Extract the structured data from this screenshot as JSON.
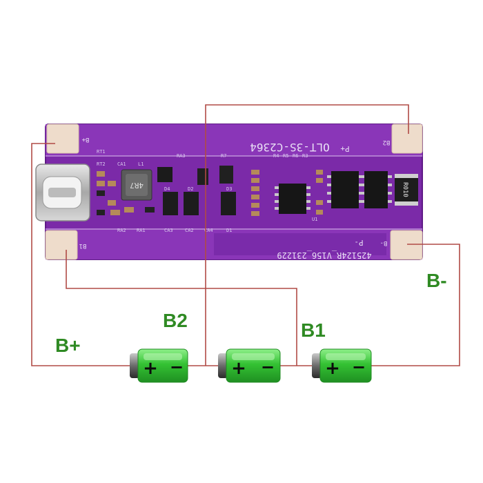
{
  "colors": {
    "pcb": "#7b2aa8",
    "pcb_dark": "#5f1a86",
    "pad": "#eedccb",
    "wire": "#b04a45",
    "label": "#2f8a23",
    "battery_body": "#3cc83a",
    "battery_cap": "#3a3a3a"
  },
  "board": {
    "model": "OLT-3S-C2364",
    "version_code": "425124R_V156_231229",
    "pad_labels": {
      "b_plus": "B+",
      "b2": "B2",
      "b1": "B1",
      "b_minus": "B-"
    },
    "port_labels": {
      "p_plus": "P+",
      "p_minus": "P-"
    },
    "inductor_code": "4R7",
    "resistor_code": "R010",
    "component_labels": [
      "RT1",
      "RT2",
      "CA1",
      "RA3",
      "L1",
      "RA1",
      "RA2",
      "CA3",
      "CA4",
      "CA2",
      "D4",
      "D2",
      "D3",
      "D1",
      "R5",
      "R6",
      "R7",
      "R3",
      "R4",
      "U1"
    ]
  },
  "connections": {
    "b_plus": "B+",
    "b2": "B2",
    "b1": "B1",
    "b_minus": "B-"
  },
  "batteries": [
    {
      "id": "cell-1",
      "plus": "+",
      "minus": "−"
    },
    {
      "id": "cell-2",
      "plus": "+",
      "minus": "−"
    },
    {
      "id": "cell-3",
      "plus": "+",
      "minus": "−"
    }
  ]
}
